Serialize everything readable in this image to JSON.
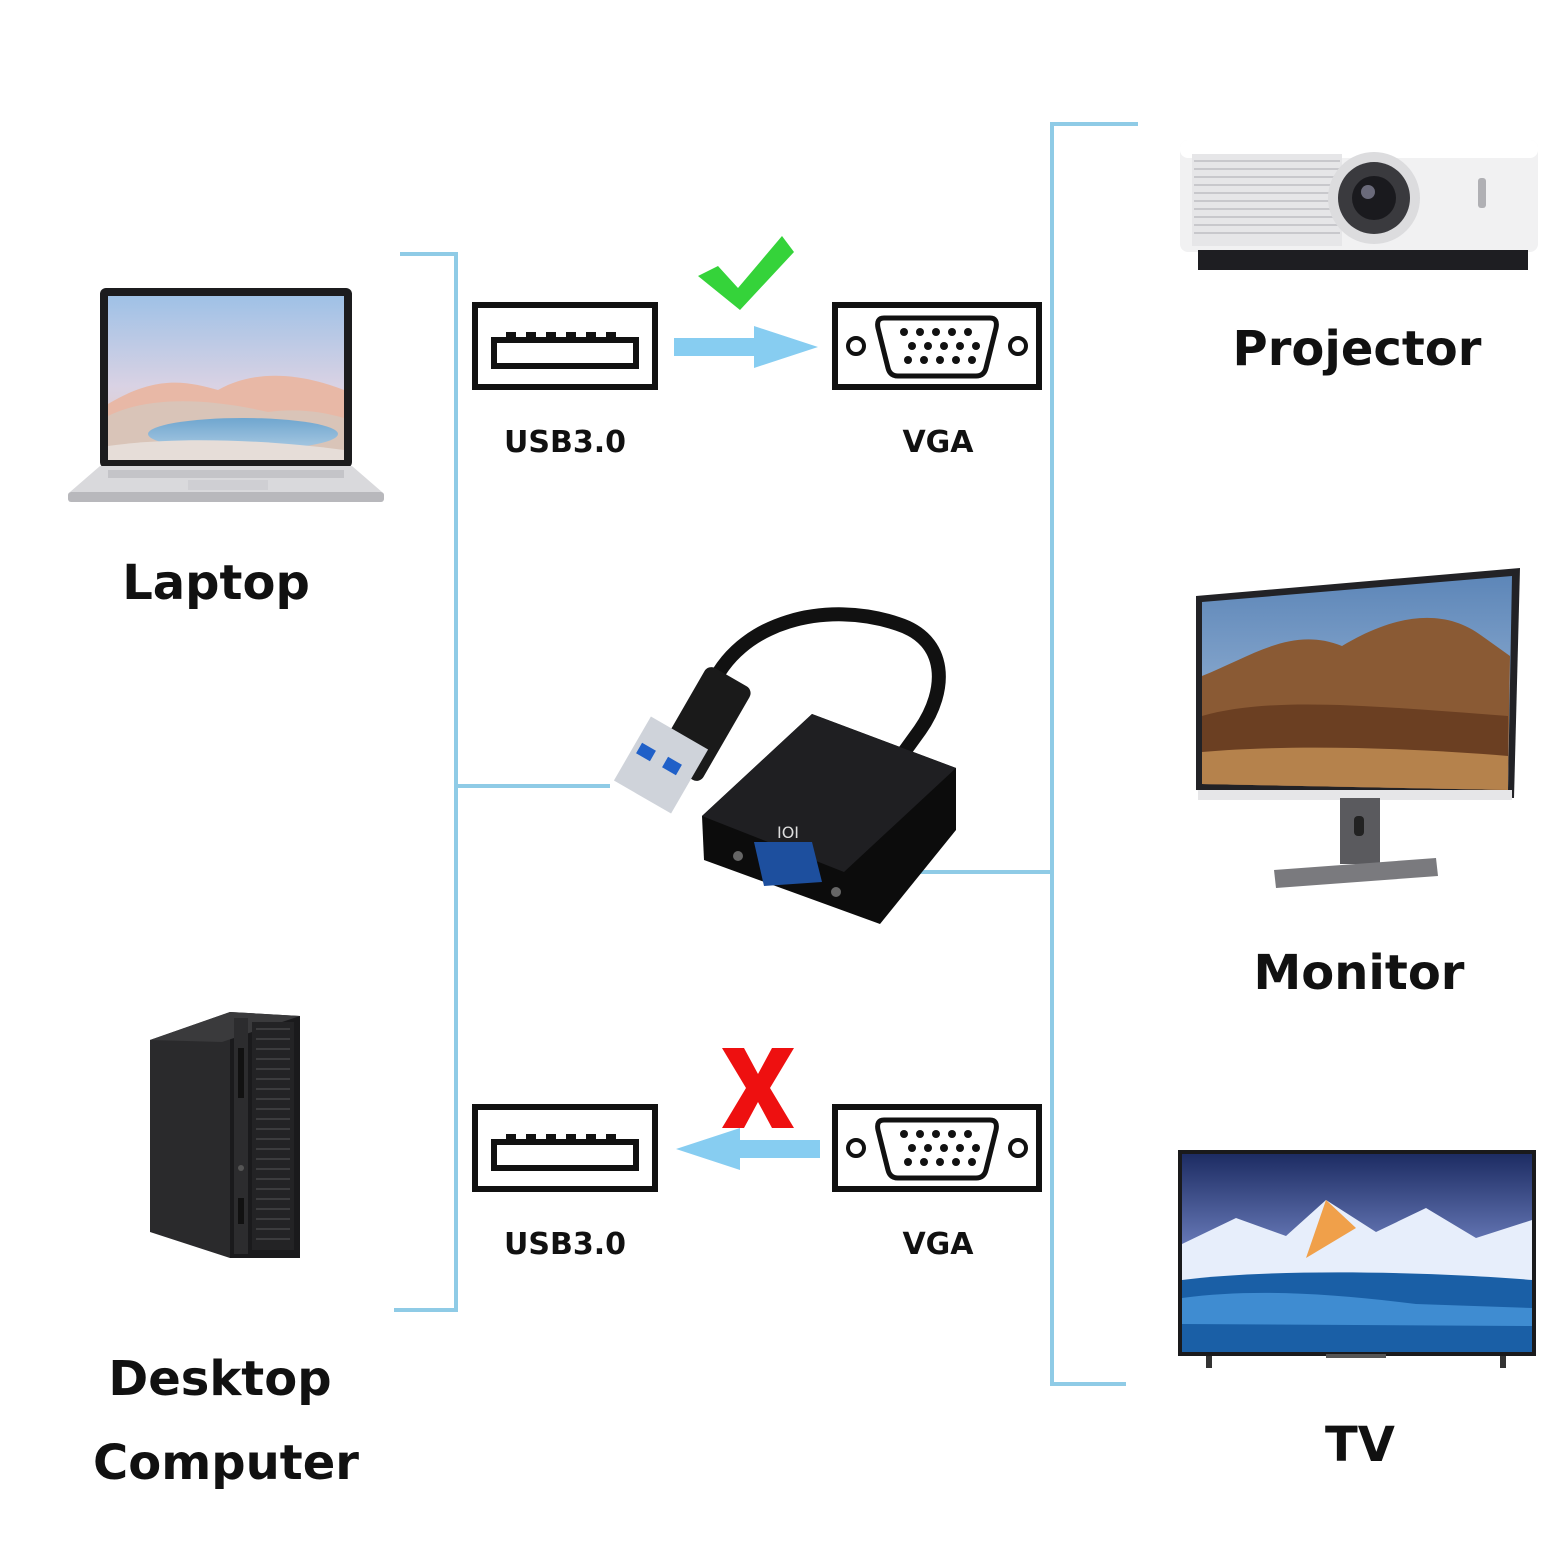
{
  "devices": {
    "laptop": "Laptop",
    "desktop_line1": "Desktop",
    "desktop_line2": "Computer",
    "projector": "Projector",
    "monitor": "Monitor",
    "tv": "TV"
  },
  "ports": {
    "top_usb": "USB3.0",
    "top_vga": "VGA",
    "bottom_usb": "USB3.0",
    "bottom_vga": "VGA",
    "adapter_vga_mark": "IOI"
  },
  "colors": {
    "bracket": "#8fcbe6",
    "arrow": "#87cdf1",
    "check": "#35d33a",
    "cross": "#ee1010",
    "port_outline": "#111111"
  },
  "icons": {
    "valid_direction": "check-icon",
    "invalid_direction": "cross-icon"
  }
}
